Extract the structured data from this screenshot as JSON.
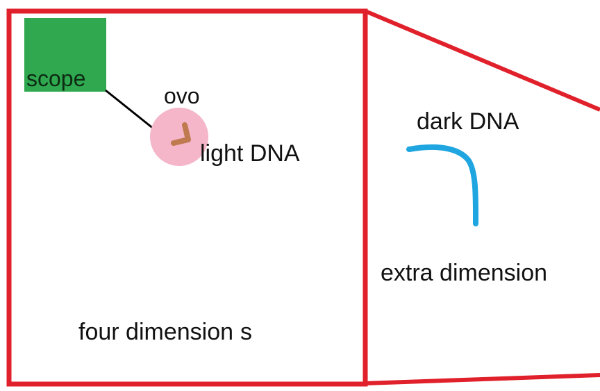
{
  "diagram": {
    "labels": {
      "scope": "scope",
      "ovo": "ovo",
      "light_dna": "light DNA",
      "dark_dna": "dark DNA",
      "extra_dimension": "extra dimension",
      "four_dimensions": "four dimension",
      "four_dimensions_suffix": "s"
    },
    "colors": {
      "frame": "#e0202a",
      "scope_box": "#2fa84f",
      "ovo_circle": "#f4b6c8",
      "light_dna_strand": "#c07a50",
      "dark_dna_strand": "#1fa6e0",
      "connector": "#000000",
      "text": "#111111"
    }
  }
}
